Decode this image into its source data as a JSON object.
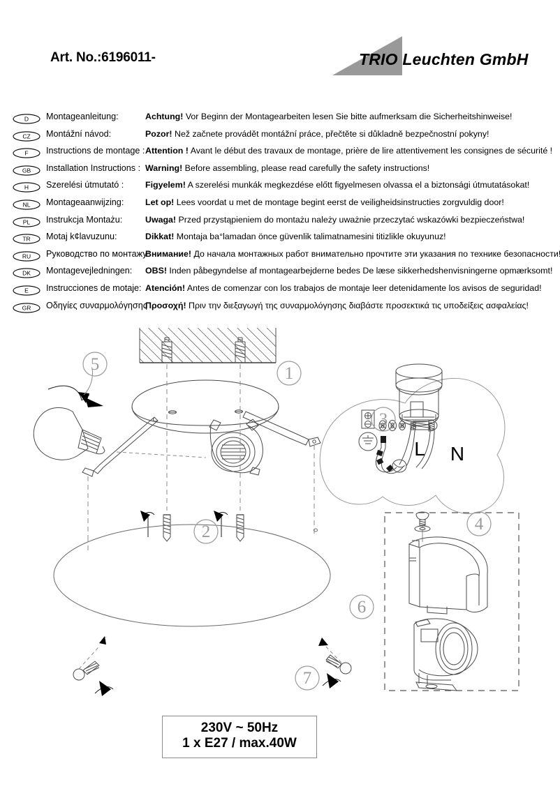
{
  "header": {
    "art_no": "Art. No.:6196011-",
    "brand": "TRIO Leuchten GmbH",
    "logo_color": "#999999"
  },
  "languages": [
    {
      "code": "D",
      "name": "Montageanleitung:",
      "keyword": "Achtung!",
      "text": " Vor Beginn der Montagearbeiten lesen Sie bitte aufmerksam die Sicherheitshinweise!"
    },
    {
      "code": "CZ",
      "name": "Montážní návod:",
      "keyword": "Pozor!",
      "text": " Než začnete provádět montážní práce, přečtěte si důkladně bezpečnostní pokyny!"
    },
    {
      "code": "F",
      "name": "Instructions de montage :",
      "keyword": "Attention  !",
      "text": " Avant le début des travaux de montage, prière de lire attentivement les consignes de sécurité !"
    },
    {
      "code": "GB",
      "name": "Installation Instructions :",
      "keyword": "Warning!",
      "text": " Before assembling, please read carefully the safety instructions!"
    },
    {
      "code": "H",
      "name": "Szerelési útmutató :",
      "keyword": "Figyelem!",
      "text": " A szerelési munkák megkezdése előtt figyelmesen olvassa el a biztonsági útmutatásokat!"
    },
    {
      "code": "NL",
      "name": "Montageaanwijzing:",
      "keyword": "Let op!",
      "text": " Lees voordat u met de montage begint eerst de veiligheidsinstructies zorgvuldig door!"
    },
    {
      "code": "PL",
      "name": "Instrukcja Montażu:",
      "keyword": "Uwaga!",
      "text": " Przed przystąpieniem do montażu należy uważnie przeczytać wskazówki bezpieczeństwa!"
    },
    {
      "code": "TR",
      "name": "Motaj k¢lavuzunu:",
      "keyword": "Dikkat!",
      "text": " Montaja ba°lamadan önce güvenlik talimatnamesini titizlikle okuyunuz!"
    },
    {
      "code": "RU",
      "name": "Руководство по монтажу:",
      "keyword": "Внимание!",
      "text": " До начала монтажных работ внимательно прочтите эти указания по технике безопасности!"
    },
    {
      "code": "DK",
      "name": "Montagevejledningen:",
      "keyword": "OBS!",
      "text": " Inden påbegyndelse af montagearbejderne bedes De læse sikkerhedshenvisningerne opmærksomt!"
    },
    {
      "code": "E",
      "name": "Instrucciones de motaje:",
      "keyword": "Atención!",
      "text": " Antes de comenzar con los trabajos de montaje leer detenidamente los avisos de seguridad!"
    },
    {
      "code": "GR",
      "name": "Οδηγίες συναρμολόγησης",
      "keyword": "Προσοχή!",
      "text": " Πριν την διεξαγωγή της συναρμολόγησης διαβάστε προσεκτικά τις υποδείξεις ασφαλείας!"
    }
  ],
  "diagram": {
    "step_numbers": [
      "1",
      "2",
      "3",
      "4",
      "5",
      "6",
      "7"
    ],
    "wire_labels": {
      "live": "L",
      "neutral": "N"
    },
    "line_color": "#4a4a4a",
    "dash_color": "#777777"
  },
  "spec": {
    "line1": "230V ~ 50Hz",
    "line2": "1 x E27 / max.40W"
  }
}
